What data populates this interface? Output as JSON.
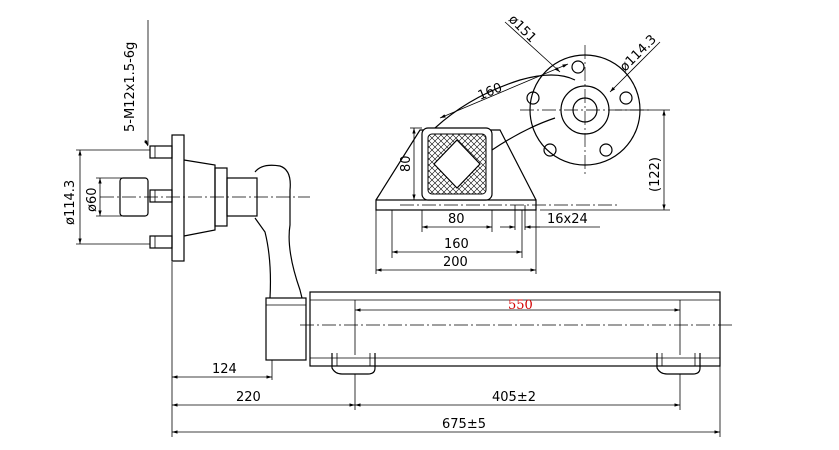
{
  "drawing": {
    "labels": {
      "thread": "5-M12x1.5-6g",
      "pcd_left": "ø114.3",
      "bore_left": "ø60",
      "dim_124": "124",
      "dim_220": "220",
      "dim_405": "405±2",
      "dim_675": "675±5",
      "dim_550": "550",
      "flange_dia": "ø151",
      "pcd_right": "ø114.3",
      "arm_160": "160",
      "height_122": "(122)",
      "bracket_80v": "80",
      "bracket_80h": "80",
      "slot_16x24": "16x24",
      "bracket_160": "160",
      "bracket_200": "200"
    },
    "colors": {
      "line": "#000000",
      "accent": "#d40000"
    }
  }
}
